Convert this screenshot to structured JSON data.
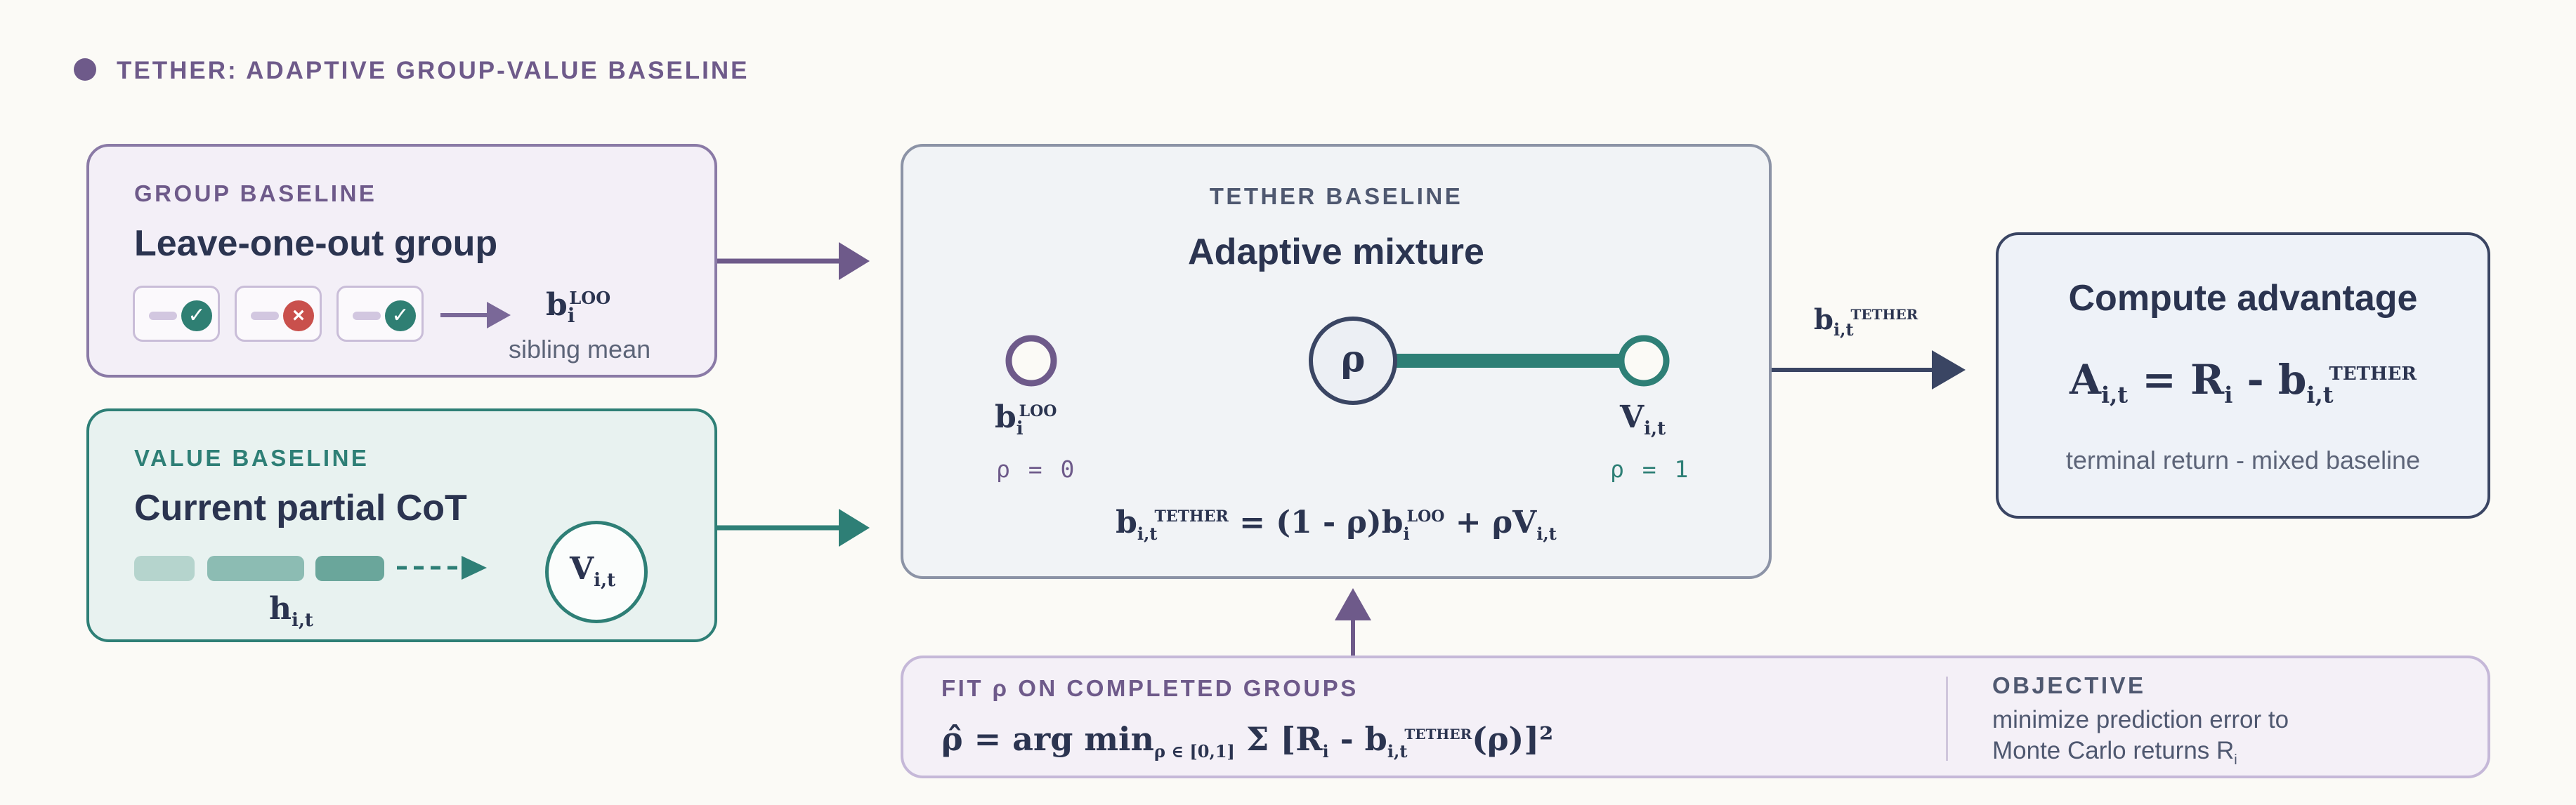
{
  "header": {
    "title": "TETHER: ADAPTIVE GROUP-VALUE BASELINE"
  },
  "group_baseline": {
    "label": "GROUP BASELINE",
    "title": "Leave-one-out group",
    "chips": [
      {
        "status": "correct",
        "glyph": "✓",
        "color": "#2f7f73"
      },
      {
        "status": "incorrect",
        "glyph": "×",
        "color": "#c9504c"
      },
      {
        "status": "correct",
        "glyph": "✓",
        "color": "#2f7f73"
      }
    ],
    "output_main": "b",
    "output_sub": "i",
    "output_sup": "LOO",
    "output_note": "sibling mean"
  },
  "value_baseline": {
    "label": "VALUE BASELINE",
    "title": "Current partial CoT",
    "h_main": "h",
    "h_sub": "i,t",
    "v_main": "V",
    "v_sub": "i,t"
  },
  "tether": {
    "label": "TETHER BASELINE",
    "title": "Adaptive mixture",
    "rho_symbol": "ρ",
    "left_main": "b",
    "left_sub": "i",
    "left_sup": "LOO",
    "left_rho": "ρ = 0",
    "right_main": "V",
    "right_sub": "i,t",
    "right_rho": "ρ = 1",
    "formula": {
      "b": "b",
      "sub1": "i,t",
      "sup1": "TETHER",
      "mid": " = (1 - ρ)b",
      "sub2": "i",
      "sup2": "LOO",
      "tail": " + ρV",
      "sub3": "i,t"
    }
  },
  "arrow_label": {
    "main": "b",
    "sub": "i,t",
    "sup": "TETHER"
  },
  "advantage": {
    "title": "Compute advantage",
    "A": "A",
    "A_sub": "i,t",
    "eq": " = R",
    "R_sub": "i",
    "minus": " - b",
    "b_sub": "i,t",
    "b_sup": "TETHER",
    "caption": "terminal return - mixed baseline"
  },
  "fit": {
    "label": "FIT ρ ON COMPLETED GROUPS",
    "f_start": "ρ̂ = arg min",
    "f_sub": "ρ ∈ [0,1]",
    "f_mid": " Σ [R",
    "f_Rsub": "i",
    "f_minus": " - b",
    "f_bsub": "i,t",
    "f_bsup": "TETHER",
    "f_end": "(ρ)]²",
    "objective_label": "OBJECTIVE",
    "objective_line1": "minimize prediction error to",
    "objective_line2": "Monte Carlo returns R",
    "objective_sub": "i"
  },
  "colors": {
    "purple": "#6e5a8a",
    "teal": "#2e7f76",
    "navy": "#3a4563"
  }
}
